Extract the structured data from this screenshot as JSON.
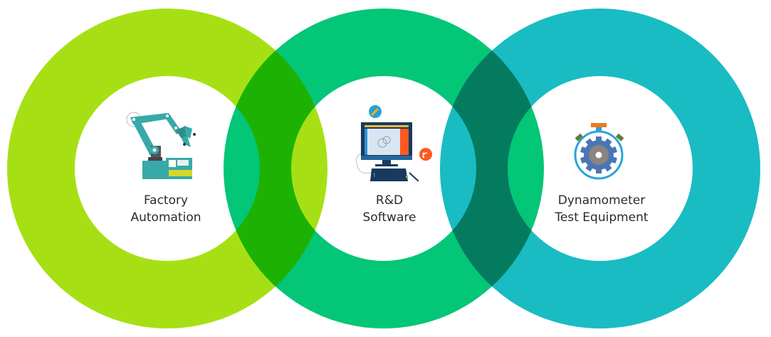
{
  "diagram": {
    "type": "three-interlocking-rings",
    "colors": {
      "ring_left": "#a6e014",
      "ring_middle": "#03c677",
      "ring_right": "#19bcc2",
      "overlap_left_middle": "#1db203",
      "overlap_middle_right": "#047b5e",
      "background": "#ffffff",
      "text": "#2b2b2b"
    },
    "items": [
      {
        "id": "factory-automation",
        "icon": "robot-arm-icon",
        "line1": "Factory",
        "line2": "Automation"
      },
      {
        "id": "rd-software",
        "icon": "computer-monitor-icon",
        "line1": "R&D",
        "line2": "Software"
      },
      {
        "id": "dynamometer",
        "icon": "stopwatch-gear-icon",
        "line1": "Dynamometer",
        "line2": "Test Equipment"
      }
    ]
  }
}
